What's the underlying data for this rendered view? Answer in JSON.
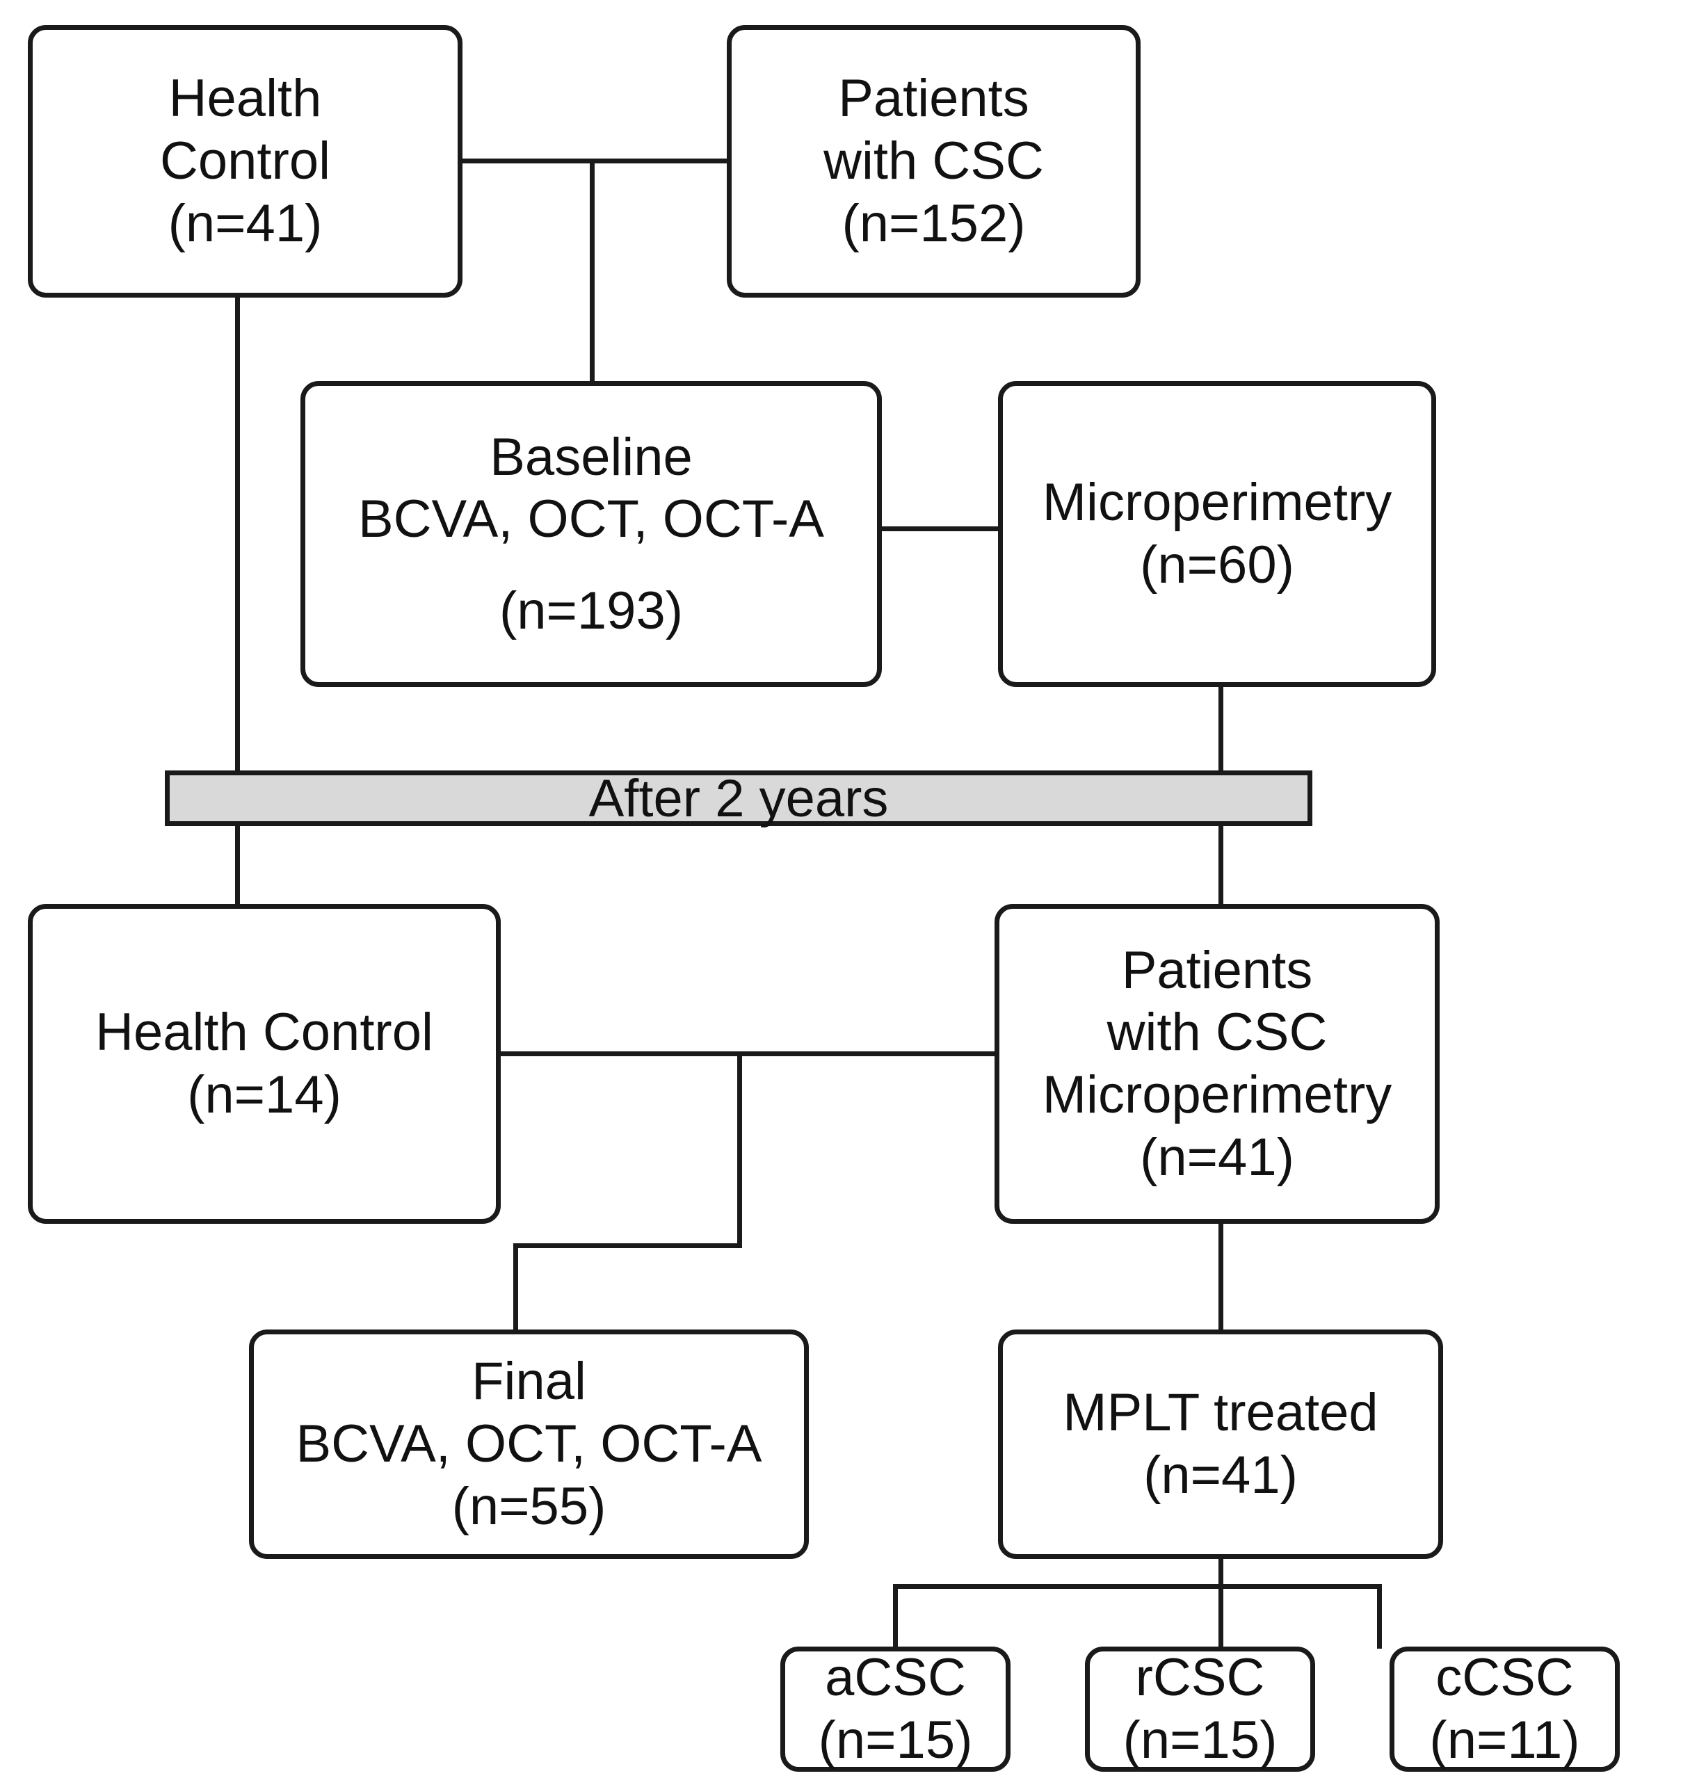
{
  "diagram": {
    "title": "CSC study flow diagram",
    "colors": {
      "line": "#1a1a1a",
      "band_fill": "#d9d9d9",
      "node_fill": "#ffffff",
      "text": "#111111"
    }
  },
  "nodes": {
    "health_control_baseline": {
      "lines": [
        "Health",
        "Control",
        "(n=41)"
      ]
    },
    "patients_csc_baseline": {
      "lines": [
        "Patients",
        "with CSC",
        "(n=152)"
      ]
    },
    "baseline_exams": {
      "lines": [
        "Baseline",
        "BCVA, OCT, OCT-A",
        "",
        "(n=193)"
      ]
    },
    "microperimetry_baseline": {
      "lines": [
        "Microperimetry",
        "(n=60)"
      ]
    },
    "after_two_years_band": {
      "label": "After 2 years"
    },
    "health_control_followup": {
      "lines": [
        "Health Control",
        "(n=14)"
      ]
    },
    "patients_csc_microperimetry": {
      "lines": [
        "Patients",
        "with CSC",
        "Microperimetry",
        "(n=41)"
      ]
    },
    "final_exams": {
      "lines": [
        "Final",
        "BCVA, OCT, OCT-A",
        "(n=55)"
      ]
    },
    "mplt_treated": {
      "lines": [
        "MPLT treated",
        "(n=41)"
      ]
    },
    "acsc": {
      "lines": [
        "aCSC",
        "(n=15)"
      ]
    },
    "rcsc": {
      "lines": [
        "rCSC",
        "(n=15)"
      ]
    },
    "ccsc": {
      "lines": [
        "cCSC",
        "(n=11)"
      ]
    }
  }
}
